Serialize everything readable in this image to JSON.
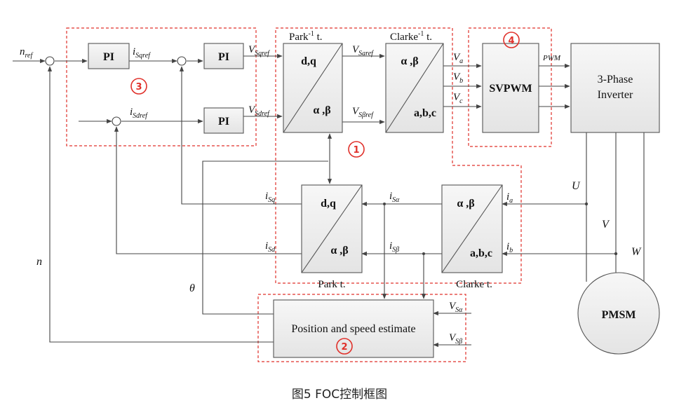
{
  "blocks": {
    "pi1": "PI",
    "pi2": "PI",
    "pi3": "PI",
    "inv_park_title": "Park",
    "inv_park_sup": "-1",
    "inv_park_t": " t.",
    "inv_park_top": "d,q",
    "inv_park_bottom": "α ,β",
    "inv_clarke_title": "Clarke",
    "inv_clarke_sup": "-1",
    "inv_clarke_t": " t.",
    "inv_clarke_top": "α ,β",
    "inv_clarke_bottom": "a,b,c",
    "svpwm": "SVPWM",
    "inverter_line1": "3-Phase",
    "inverter_line2": "Inverter",
    "park_top": "d,q",
    "park_bottom": "α ,β",
    "park_label": "Park t.",
    "clarke_top": "α ,β",
    "clarke_bottom": "a,b,c",
    "clarke_label": "Clarke t.",
    "estimator": "Position and speed estimate",
    "motor": "PMSM"
  },
  "signals": {
    "n_ref_main": "n",
    "n_ref_sub": "ref",
    "i_sqref_main": "i",
    "i_sqref_sub": "Sqref",
    "i_sdref_main": "i",
    "i_sdref_sub": "Sdref",
    "v_sqref_main": "V",
    "v_sqref_sub": "Sqref",
    "v_sdref_main": "V",
    "v_sdref_sub": "Sdref",
    "v_saref_main": "V",
    "v_saref_sub": "Saref",
    "v_sbref_main": "V",
    "v_sbref_sub": "Sβref",
    "va_main": "V",
    "va_sub": "a",
    "vb_main": "V",
    "vb_sub": "b",
    "vc_main": "V",
    "vc_sub": "c",
    "pwm": "PWM",
    "u": "U",
    "v": "V",
    "w": "W",
    "i_sq_main": "i",
    "i_sq_sub": "Sq",
    "i_sd_main": "i",
    "i_sd_sub": "Sd",
    "i_sa_main": "i",
    "i_sa_sub": "Sα",
    "i_sb_main": "i",
    "i_sb_sub": "Sβ",
    "ia_main": "i",
    "ia_sub": "a",
    "ib_main": "i",
    "ib_sub": "b",
    "n": "n",
    "theta": "θ",
    "v_sa_main": "V",
    "v_sa_sub": "Sα",
    "v_sb_main": "V",
    "v_sb_sub": "Sβ"
  },
  "markers": [
    "1",
    "2",
    "3",
    "4"
  ],
  "caption": "图5   FOC控制框图",
  "colors": {
    "block_fill": "#efefef",
    "line": "#444444",
    "dashed": "#e0302a",
    "marker": "#e0302a"
  }
}
